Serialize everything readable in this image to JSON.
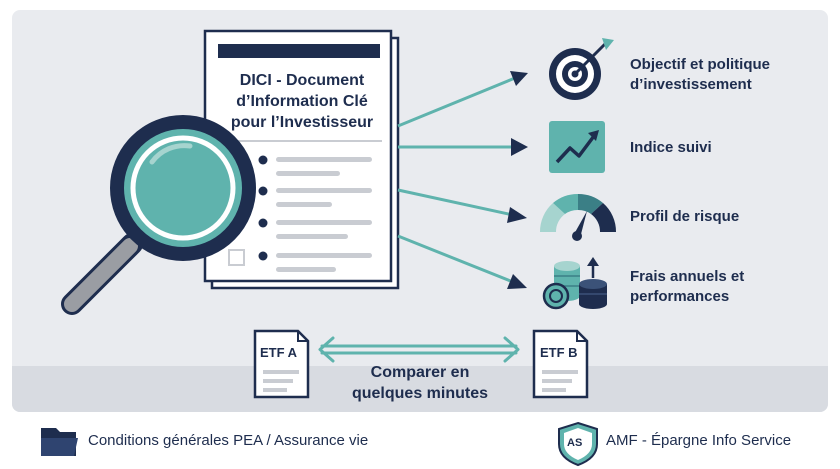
{
  "document": {
    "title_line1": "DICI - Document",
    "title_line2": "d’Information Clé",
    "title_line3": "pour l’Investisseur"
  },
  "sections": [
    {
      "label_line1": "Objectif et politique",
      "label_line2": "d’investissement",
      "icon": "target-icon"
    },
    {
      "label_line1": "Indice suivi",
      "label_line2": "",
      "icon": "line-chart-icon"
    },
    {
      "label_line1": "Profil de risque",
      "label_line2": "",
      "icon": "gauge-icon"
    },
    {
      "label_line1": "Frais annuels et",
      "label_line2": "performances",
      "icon": "coins-icon"
    }
  ],
  "comparison": {
    "left_doc": "ETF A",
    "right_doc": "ETF B",
    "text_line1": "Comparer en",
    "text_line2": "quelques minutes"
  },
  "footer": {
    "left_text": "Conditions générales PEA / Assurance vie",
    "right_badge": "AS",
    "right_text": "AMF - Épargne Info Service"
  },
  "colors": {
    "navy": "#1e2d4e",
    "teal": "#5fb3ad",
    "light_teal": "#a6d4cf",
    "panel_bg": "#e9ebef",
    "gray_handle": "#9a9da3"
  }
}
